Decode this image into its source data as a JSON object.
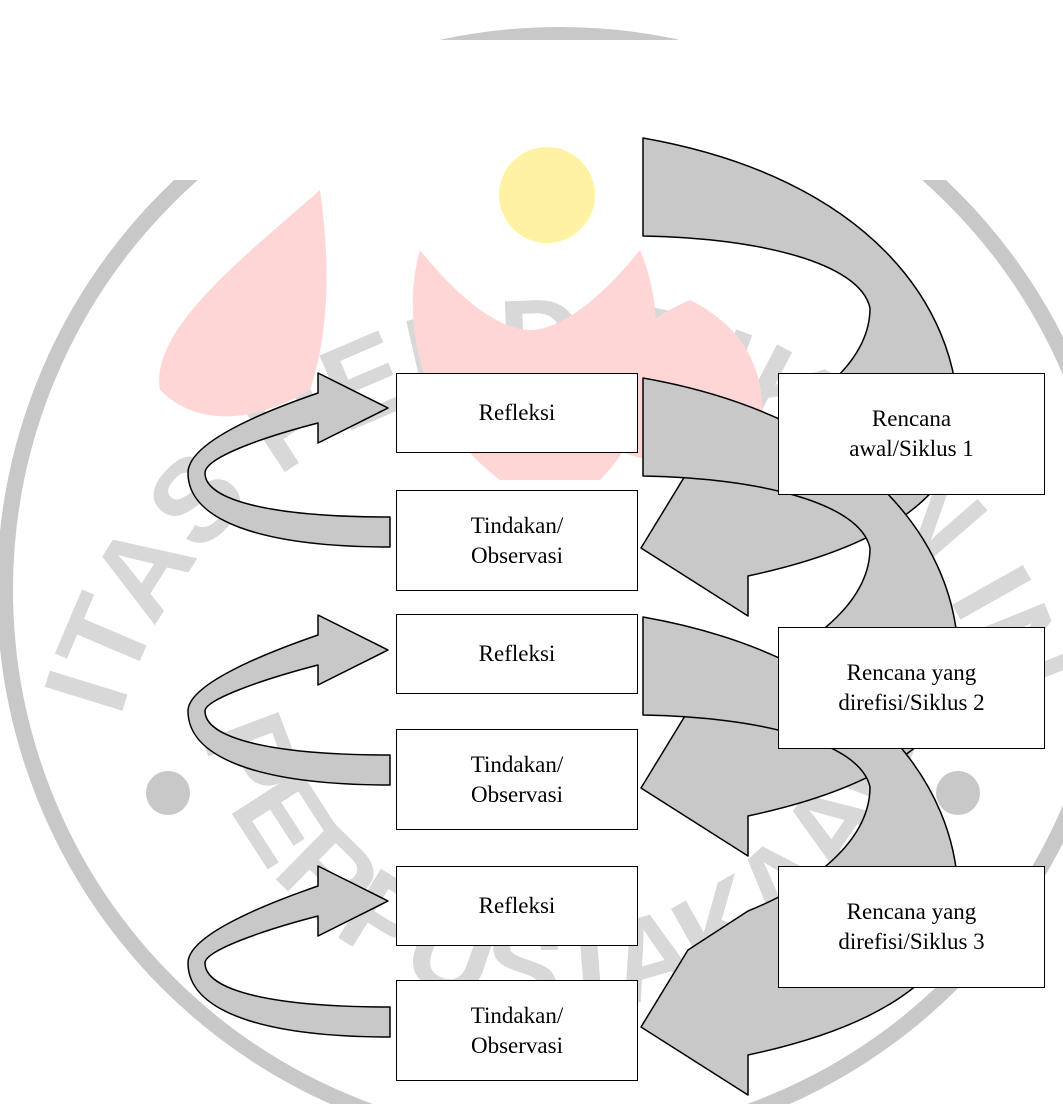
{
  "watermark": {
    "text_top": "UNIVERSITAS PENDIDIKAN INDONESIA",
    "text_bottom": "PERPUSTAKAAN",
    "ring_color": "#c8c8c8",
    "flame_color": "#ffd6d6",
    "dot_color": "#fff3a3"
  },
  "diagram": {
    "stroke": "#000000",
    "arrow_fill": "#c8c8c8",
    "cycles": [
      {
        "plan_label": "Rencana\nawal/Siklus 1",
        "action_label": "Tindakan/\nObservasi",
        "reflection_label": "Refleksi"
      },
      {
        "plan_label": "Rencana yang\ndirefisi/Siklus 2",
        "action_label": "Tindakan/\nObservasi",
        "reflection_label": "Refleksi"
      },
      {
        "plan_label": "Rencana yang\ndirefisi/Siklus 3",
        "action_label": "Tindakan/\nObservasi",
        "reflection_label": "Refleksi"
      }
    ]
  }
}
